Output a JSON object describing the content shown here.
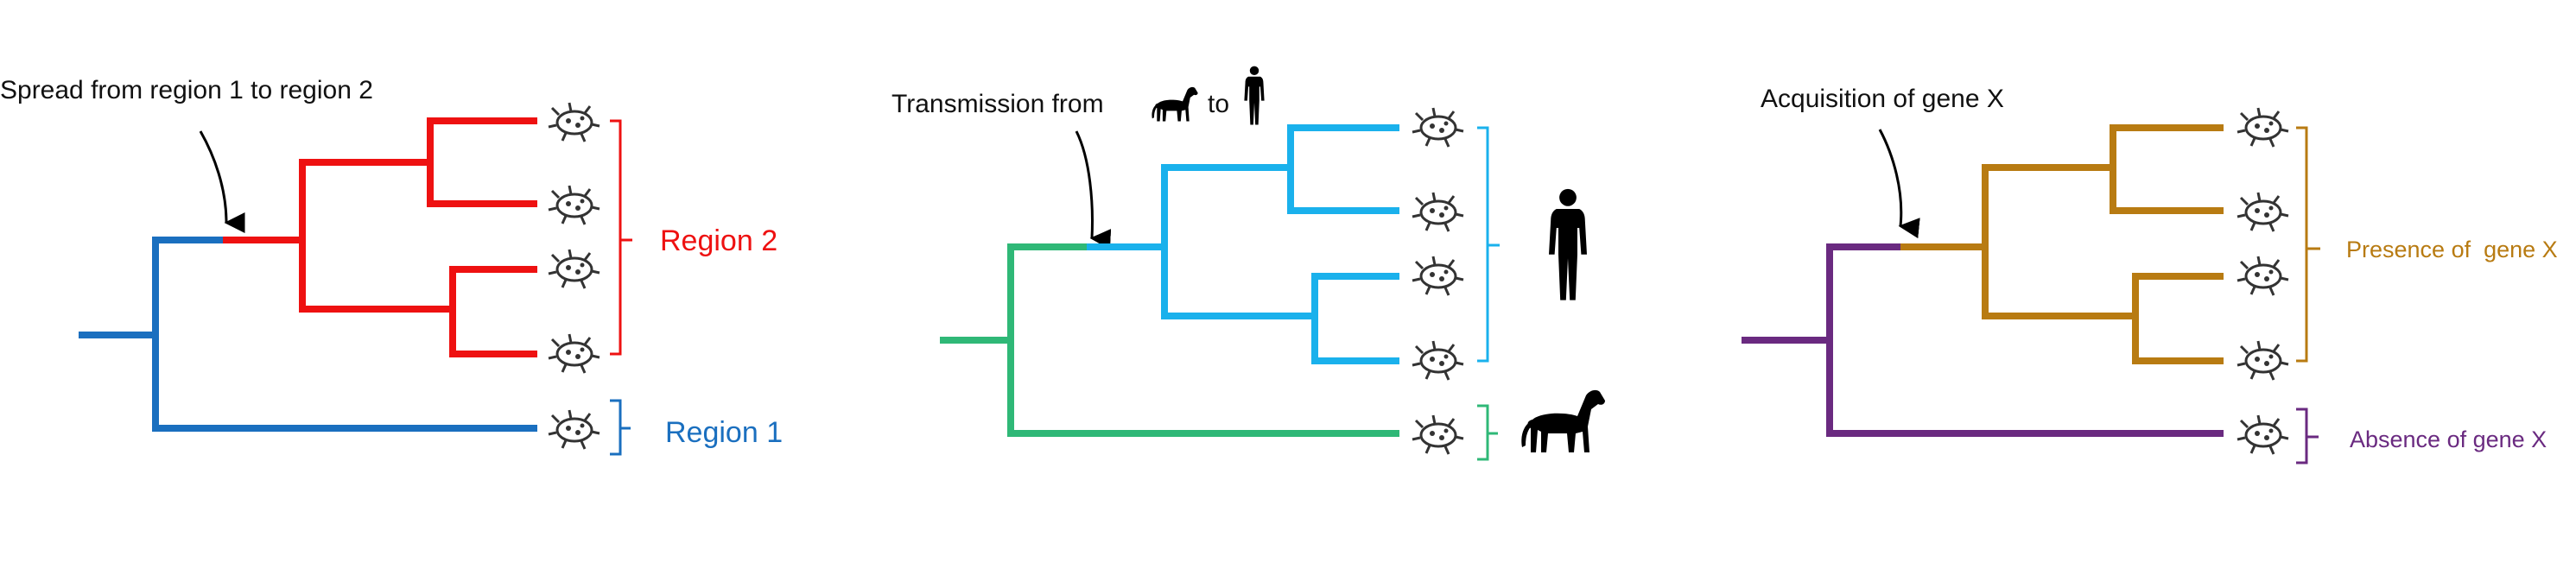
{
  "colors": {
    "region1": "#1a6fbf",
    "region2": "#ee1111",
    "animal_branch": "#2fb877",
    "human_branch": "#1ab1ec",
    "gene_absent": "#6a2a80",
    "gene_present": "#b87b12",
    "bacteria_icon": "#333333",
    "silhouette": "#000000"
  },
  "panels": [
    {
      "annotation": "Spread from region 1 to region 2",
      "group_top_label": "Region 2",
      "group_bottom_label": "Region 1"
    },
    {
      "annotation_prefix": "Transmission from",
      "annotation_middle": "to",
      "group_top_icon": "human-silhouette-icon",
      "group_bottom_icon": "horse-silhouette-icon"
    },
    {
      "annotation": "Acquisition of gene X",
      "group_top_label": "Presence of  gene X",
      "group_bottom_label": "Absence of gene X"
    }
  ],
  "icons": {
    "tip": "bacteria-icon",
    "arrow": "arrow-icon"
  }
}
